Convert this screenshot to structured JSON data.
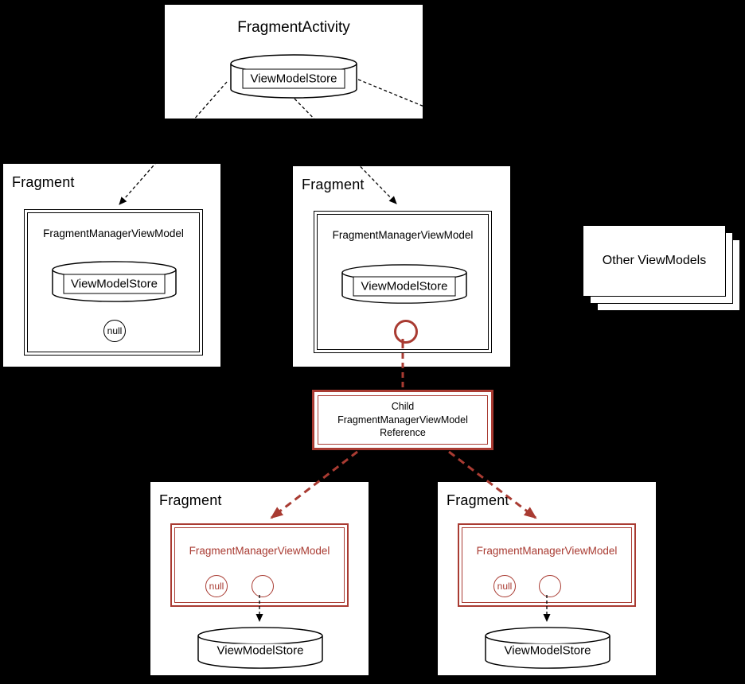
{
  "colors": {
    "background": "#000000",
    "node_fill": "#ffffff",
    "outline": "#000000",
    "accent_red": "#A93B32"
  },
  "nodes": {
    "fragment_activity": {
      "title": "FragmentActivity",
      "store_label": "ViewModelStore"
    },
    "fragment_left": {
      "title": "Fragment",
      "vm_label": "FragmentManagerViewModel",
      "store_label": "ViewModelStore",
      "null_label": "null"
    },
    "fragment_center": {
      "title": "Fragment",
      "vm_label": "FragmentManagerViewModel",
      "store_label": "ViewModelStore"
    },
    "other_viewmodels": {
      "label": "Other ViewModels"
    },
    "child_reference": {
      "lines": [
        "Child",
        "FragmentManagerViewModel",
        "Reference"
      ]
    },
    "fragment_bottom_left": {
      "title": "Fragment",
      "vm_label": "FragmentManagerViewModel",
      "null_label": "null",
      "store_label": "ViewModelStore"
    },
    "fragment_bottom_right": {
      "title": "Fragment",
      "vm_label": "FragmentManagerViewModel",
      "null_label": "null",
      "store_label": "ViewModelStore"
    }
  }
}
